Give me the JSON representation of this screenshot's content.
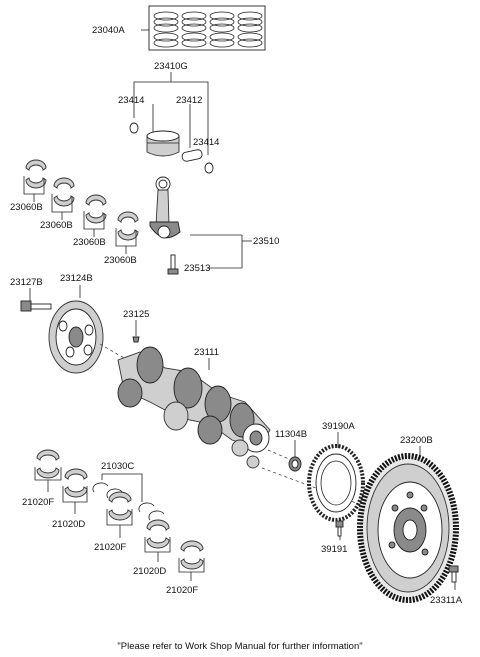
{
  "labels": {
    "piston_ring_set": "23040A",
    "piston_assy": "23410G",
    "snap_ring_left": "23414",
    "piston_pin": "23412",
    "snap_ring_right": "23414",
    "conn_bearing_1": "23060B",
    "conn_bearing_2": "23060B",
    "conn_bearing_3": "23060B",
    "conn_bearing_4": "23060B",
    "conn_rod_assy": "23510",
    "conn_rod_bolt": "23513",
    "pulley_bolt": "23127B",
    "damper_pulley": "23124B",
    "woodruff_key": "23125",
    "crankshaft": "23111",
    "oil_seal": "11304B",
    "sensor_wheel": "39190A",
    "flywheel": "23200B",
    "thrust_washer": "21030C",
    "main_bearing_1": "21020F",
    "main_bearing_2": "21020D",
    "main_bearing_3": "21020F",
    "main_bearing_4": "21020D",
    "main_bearing_5": "21020F",
    "wheel_bolt": "39191",
    "flywheel_bolt": "23311A"
  },
  "footer": "\"Please refer to Work Shop Manual for further information\""
}
